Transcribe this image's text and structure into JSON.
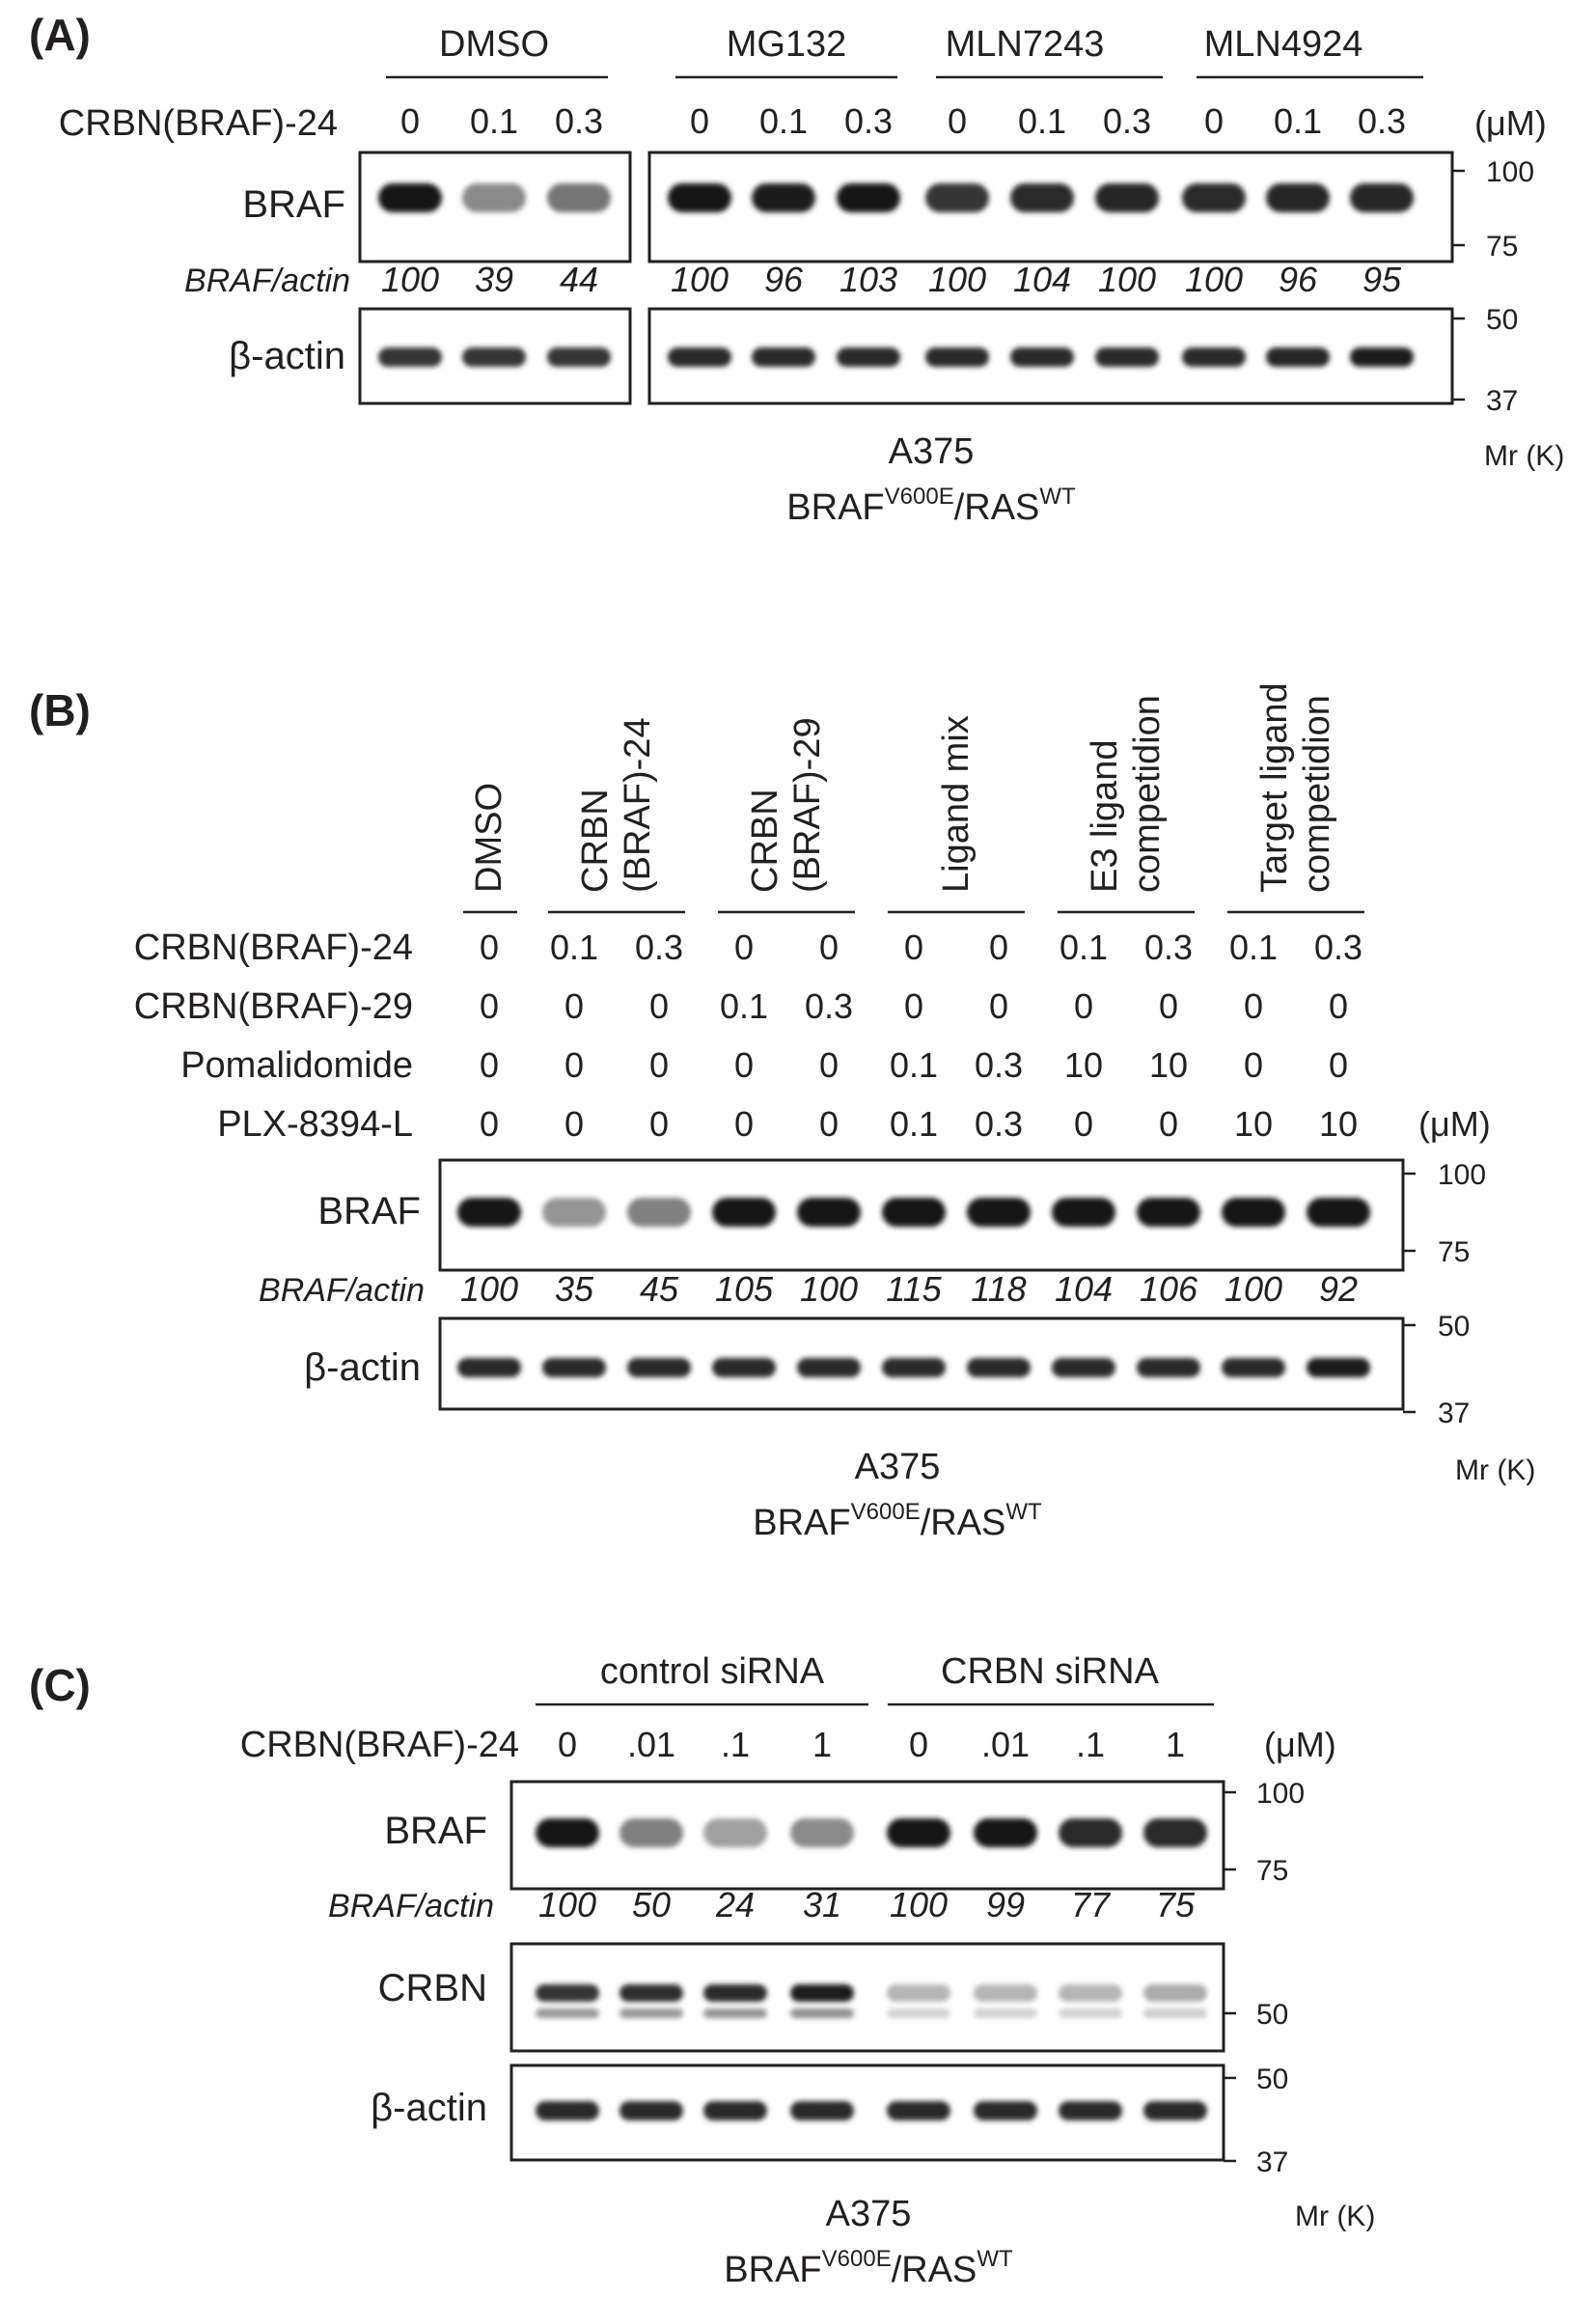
{
  "panels": [
    {
      "label": "(A)",
      "groups": [
        "DMSO",
        "MG132",
        "MLN7243",
        "MLN4924"
      ],
      "treatment_rows": [
        {
          "label": "CRBN(BRAF)-24",
          "values": [
            "0",
            "0.1",
            "0.3",
            "0",
            "0.1",
            "0.3",
            "0",
            "0.1",
            "0.3",
            "0",
            "0.1",
            "0.3"
          ]
        }
      ],
      "unit": "(μM)",
      "blots": [
        {
          "label": "BRAF",
          "markers": [
            "100",
            "75"
          ],
          "intensities": [
            1.0,
            0.45,
            0.55,
            1.0,
            0.96,
            1.0,
            0.85,
            0.9,
            0.92,
            0.9,
            0.92,
            0.92
          ]
        },
        {
          "label": "β-actin",
          "markers": [
            "50",
            "37"
          ],
          "intensities": [
            0.85,
            0.85,
            0.85,
            0.9,
            0.9,
            0.9,
            0.9,
            0.9,
            0.9,
            0.9,
            0.92,
            0.95
          ]
        }
      ],
      "ratio_label": "BRAF/actin",
      "ratios": [
        "100",
        "39",
        "44",
        "100",
        "96",
        "103",
        "100",
        "104",
        "100",
        "100",
        "96",
        "95"
      ],
      "cell_line": "A375",
      "genotype": {
        "a": "BRAF",
        "a_sup": "V600E",
        "sep": "/",
        "b": "RAS",
        "b_sup": "WT"
      },
      "mr": "Mr (K)"
    },
    {
      "label": "(B)",
      "groups": [
        {
          "lines": [
            "DMSO"
          ]
        },
        {
          "lines": [
            "CRBN",
            "(BRAF)-24"
          ]
        },
        {
          "lines": [
            "CRBN",
            "(BRAF)-29"
          ]
        },
        {
          "lines": [
            "Ligand mix"
          ]
        },
        {
          "lines": [
            "E3 ligand",
            "competidion"
          ]
        },
        {
          "lines": [
            "Target ligand",
            "competidion"
          ]
        }
      ],
      "treatment_rows": [
        {
          "label": "CRBN(BRAF)-24",
          "values": [
            "0",
            "0.1",
            "0.3",
            "0",
            "0",
            "0",
            "0",
            "0.1",
            "0.3",
            "0.1",
            "0.3"
          ]
        },
        {
          "label": "CRBN(BRAF)-29",
          "values": [
            "0",
            "0",
            "0",
            "0.1",
            "0.3",
            "0",
            "0",
            "0",
            "0",
            "0",
            "0"
          ]
        },
        {
          "label": "Pomalidomide",
          "values": [
            "0",
            "0",
            "0",
            "0",
            "0",
            "0.1",
            "0.3",
            "10",
            "10",
            "0",
            "0"
          ]
        },
        {
          "label": "PLX-8394-L",
          "values": [
            "0",
            "0",
            "0",
            "0",
            "0",
            "0.1",
            "0.3",
            "0",
            "0",
            "10",
            "10"
          ]
        }
      ],
      "unit": "(μM)",
      "blots": [
        {
          "label": "BRAF",
          "markers": [
            "100",
            "75"
          ],
          "intensities": [
            1.0,
            0.4,
            0.5,
            1.0,
            1.0,
            1.0,
            1.0,
            0.98,
            0.98,
            0.98,
            1.0
          ]
        },
        {
          "label": "β-actin",
          "markers": [
            "50",
            "37"
          ],
          "intensities": [
            0.9,
            0.9,
            0.9,
            0.9,
            0.9,
            0.9,
            0.9,
            0.9,
            0.9,
            0.9,
            0.95
          ]
        }
      ],
      "ratio_label": "BRAF/actin",
      "ratios": [
        "100",
        "35",
        "45",
        "105",
        "100",
        "115",
        "118",
        "104",
        "106",
        "100",
        "92"
      ],
      "cell_line": "A375",
      "genotype": {
        "a": "BRAF",
        "a_sup": "V600E",
        "sep": "/",
        "b": "RAS",
        "b_sup": "WT"
      },
      "mr": "Mr (K)"
    },
    {
      "label": "(C)",
      "groups": [
        "control siRNA",
        "CRBN siRNA"
      ],
      "treatment_rows": [
        {
          "label": "CRBN(BRAF)-24",
          "values": [
            "0",
            ".01",
            ".1",
            "1",
            "0",
            ".01",
            ".1",
            "1"
          ]
        }
      ],
      "unit": "(μM)",
      "blots": [
        {
          "label": "BRAF",
          "markers": [
            "100",
            "75"
          ],
          "intensities": [
            1.0,
            0.5,
            0.35,
            0.45,
            1.0,
            0.98,
            0.9,
            0.9
          ]
        },
        {
          "label": "CRBN",
          "markers": [
            "50"
          ],
          "intensities": [
            0.85,
            0.88,
            0.9,
            0.95,
            0.25,
            0.25,
            0.25,
            0.3
          ]
        },
        {
          "label": "β-actin",
          "markers": [
            "50",
            "37"
          ],
          "intensities": [
            0.9,
            0.9,
            0.9,
            0.9,
            0.9,
            0.9,
            0.9,
            0.9
          ]
        }
      ],
      "ratio_label": "BRAF/actin",
      "ratios": [
        "100",
        "50",
        "24",
        "31",
        "100",
        "99",
        "77",
        "75"
      ],
      "cell_line": "A375",
      "genotype": {
        "a": "BRAF",
        "a_sup": "V600E",
        "sep": "/",
        "b": "RAS",
        "b_sup": "WT"
      },
      "mr": "Mr (K)"
    }
  ]
}
